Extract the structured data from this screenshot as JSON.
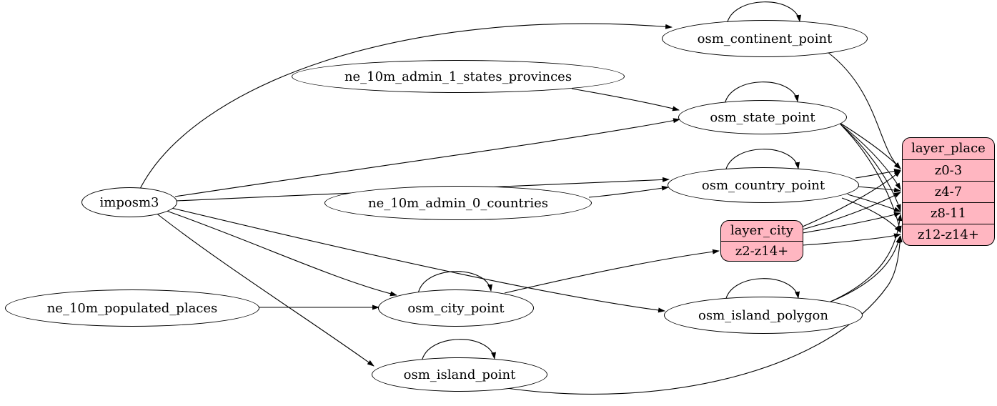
{
  "diagram": {
    "background_color": "#ffffff",
    "edge_color": "#000000",
    "node_fill_color": "#ffffff",
    "record_fill_color": "#ffb6c1"
  },
  "nodes": {
    "imposm3": {
      "label": "imposm3"
    },
    "ne_10m_admin_1_states_provinces": {
      "label": "ne_10m_admin_1_states_provinces"
    },
    "ne_10m_admin_0_countries": {
      "label": "ne_10m_admin_0_countries"
    },
    "ne_10m_populated_places": {
      "label": "ne_10m_populated_places"
    },
    "osm_continent_point": {
      "label": "osm_continent_point"
    },
    "osm_state_point": {
      "label": "osm_state_point"
    },
    "osm_country_point": {
      "label": "osm_country_point"
    },
    "osm_city_point": {
      "label": "osm_city_point"
    },
    "osm_island_polygon": {
      "label": "osm_island_polygon"
    },
    "osm_island_point": {
      "label": "osm_island_point"
    }
  },
  "records": {
    "layer_city": {
      "title": "layer_city",
      "rows": [
        "z2-z14+"
      ]
    },
    "layer_place": {
      "title": "layer_place",
      "rows": [
        "z0-3",
        "z4-7",
        "z8-11",
        "z12-z14+"
      ]
    }
  },
  "graph": {
    "self_loops": [
      "osm_continent_point",
      "osm_state_point",
      "osm_country_point",
      "osm_city_point",
      "osm_island_polygon",
      "osm_island_point"
    ],
    "edges": [
      {
        "from": "imposm3",
        "to": "osm_continent_point"
      },
      {
        "from": "imposm3",
        "to": "osm_state_point"
      },
      {
        "from": "imposm3",
        "to": "osm_country_point"
      },
      {
        "from": "imposm3",
        "to": "osm_city_point"
      },
      {
        "from": "imposm3",
        "to": "osm_island_polygon"
      },
      {
        "from": "imposm3",
        "to": "osm_island_point"
      },
      {
        "from": "ne_10m_admin_1_states_provinces",
        "to": "osm_state_point"
      },
      {
        "from": "ne_10m_admin_0_countries",
        "to": "osm_country_point"
      },
      {
        "from": "ne_10m_populated_places",
        "to": "osm_city_point"
      },
      {
        "from": "osm_city_point",
        "to": "layer_city",
        "port": "z2-z14+"
      },
      {
        "from": "osm_continent_point",
        "to": "layer_place",
        "port": "z0-3"
      },
      {
        "from": "osm_state_point",
        "to": "layer_place",
        "port": "z0-3"
      },
      {
        "from": "osm_state_point",
        "to": "layer_place",
        "port": "z4-7"
      },
      {
        "from": "osm_state_point",
        "to": "layer_place",
        "port": "z8-11"
      },
      {
        "from": "osm_state_point",
        "to": "layer_place",
        "port": "z12-z14+"
      },
      {
        "from": "osm_country_point",
        "to": "layer_place",
        "port": "z0-3"
      },
      {
        "from": "osm_country_point",
        "to": "layer_place",
        "port": "z4-7"
      },
      {
        "from": "osm_country_point",
        "to": "layer_place",
        "port": "z8-11"
      },
      {
        "from": "osm_country_point",
        "to": "layer_place",
        "port": "z12-z14+"
      },
      {
        "from": "layer_city",
        "to": "layer_place",
        "port": "z0-3"
      },
      {
        "from": "layer_city",
        "to": "layer_place",
        "port": "z4-7"
      },
      {
        "from": "layer_city",
        "to": "layer_place",
        "port": "z8-11"
      },
      {
        "from": "layer_city",
        "to": "layer_place",
        "port": "z12-z14+"
      },
      {
        "from": "osm_island_polygon",
        "to": "layer_place",
        "port": "z8-11"
      },
      {
        "from": "osm_island_polygon",
        "to": "layer_place",
        "port": "z12-z14+"
      },
      {
        "from": "osm_island_point",
        "to": "layer_place",
        "port": "z12-z14+"
      }
    ]
  }
}
